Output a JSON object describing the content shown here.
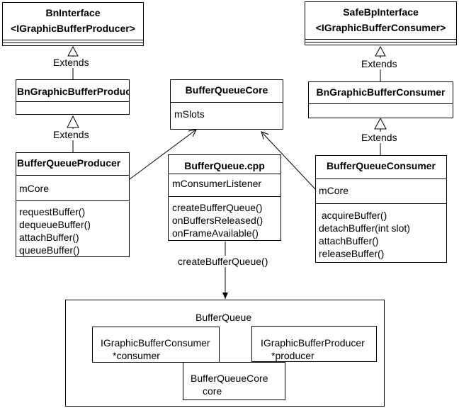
{
  "classes": {
    "bn_interface": {
      "name": "BnInterface",
      "stereotype": "<IGraphicBufferProducer>"
    },
    "safe_bp_interface": {
      "name": "SafeBpInterface",
      "stereotype": "<IGraphicBufferConsumer>"
    },
    "bn_graphic_buffer_producer": {
      "name": "BnGraphicBufferProducer"
    },
    "bn_graphic_buffer_consumer": {
      "name": "BnGraphicBufferConsumer"
    },
    "buffer_queue_core": {
      "name": "BufferQueueCore",
      "fields": [
        "mSlots"
      ]
    },
    "buffer_queue_producer": {
      "name": "BufferQueueProducer",
      "fields": [
        "mCore"
      ],
      "methods": [
        "requestBuffer()",
        "dequeueBuffer()",
        "attachBuffer()",
        "queueBuffer()"
      ]
    },
    "buffer_queue_cpp": {
      "name": "BufferQueue.cpp",
      "fields": [
        "mConsumerListener"
      ],
      "methods": [
        "createBufferQueue()",
        "onBuffersReleased()",
        "onFrameAvailable()"
      ]
    },
    "buffer_queue_consumer": {
      "name": "BufferQueueConsumer",
      "fields": [
        "mCore"
      ],
      "methods": [
        " acquireBuffer()",
        "detachBuffer(int slot)",
        "attachBuffer()",
        "releaseBuffer()"
      ]
    }
  },
  "relations": {
    "extends_label": "Extends",
    "create_label": "createBufferQueue()"
  },
  "buffer_queue": {
    "title": "BufferQueue",
    "consumer": {
      "type": "IGraphicBufferConsumer",
      "var": "*consumer"
    },
    "producer": {
      "type": "IGraphicBufferProducer",
      "var": "*producer"
    },
    "core": {
      "type": "BufferQueueCore",
      "var": "core"
    }
  }
}
